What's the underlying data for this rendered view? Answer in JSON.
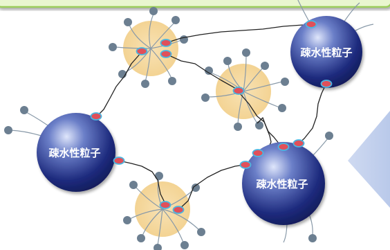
{
  "particles": [
    {
      "label": "疎水性粒子"
    },
    {
      "label": "疎水性粒子"
    },
    {
      "label": "疎水性粒子"
    }
  ],
  "colors": {
    "particle_dark": "#1d2a7d",
    "particle_light": "#dfe6fb",
    "micelle_core": "#f5d9a0",
    "anchor_red": "#e0505a",
    "anchor_ring": "#4bb6e0",
    "surfactant_head": "#6c7f91",
    "header_fill": "#e9f6cf",
    "header_border": "#9bcd5a",
    "pointer_fill": "#c9d5ee"
  }
}
